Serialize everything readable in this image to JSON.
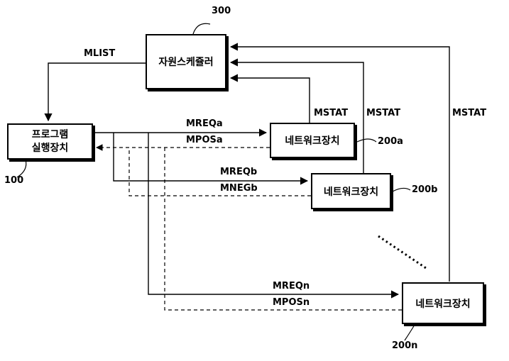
{
  "nodes": {
    "scheduler": {
      "label": "자원스케쥴러",
      "ref": "300"
    },
    "program": {
      "line1": "프로그램",
      "line2": "실행장치",
      "ref": "100"
    },
    "net_a": {
      "label": "네트워크장치",
      "ref": "200a"
    },
    "net_b": {
      "label": "네트워크장치",
      "ref": "200b"
    },
    "net_n": {
      "label": "네트워크장치",
      "ref": "200n"
    }
  },
  "signals": {
    "mlist": "MLIST",
    "mreq_a": "MREQa",
    "mpos_a": "MPOSa",
    "mreq_b": "MREQb",
    "mneg_b": "MNEGb",
    "mreq_n": "MREQn",
    "mpos_n": "MPOSn",
    "mstat_a": "MSTAT",
    "mstat_b": "MSTAT",
    "mstat_n": "MSTAT"
  }
}
